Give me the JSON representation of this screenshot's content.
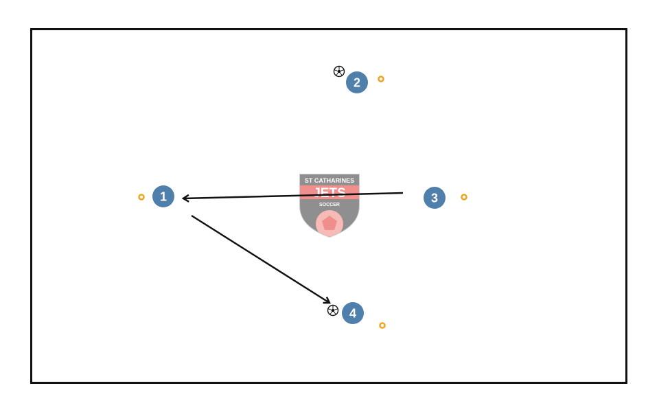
{
  "colors": {
    "player": "#4f7fab",
    "cone": "#f2a31c",
    "arrow": "#111111",
    "logo_red": "#f08a86",
    "logo_gray": "#8a8a8a"
  },
  "players": [
    {
      "number": "1"
    },
    {
      "number": "2"
    },
    {
      "number": "3"
    },
    {
      "number": "4"
    }
  ],
  "logo": {
    "top_text": "ST CATHARINES",
    "main_text": "JETS",
    "bottom_text": "SOCCER"
  },
  "icons": [
    "soccer-ball-icon",
    "cone-icon",
    "arrow"
  ]
}
